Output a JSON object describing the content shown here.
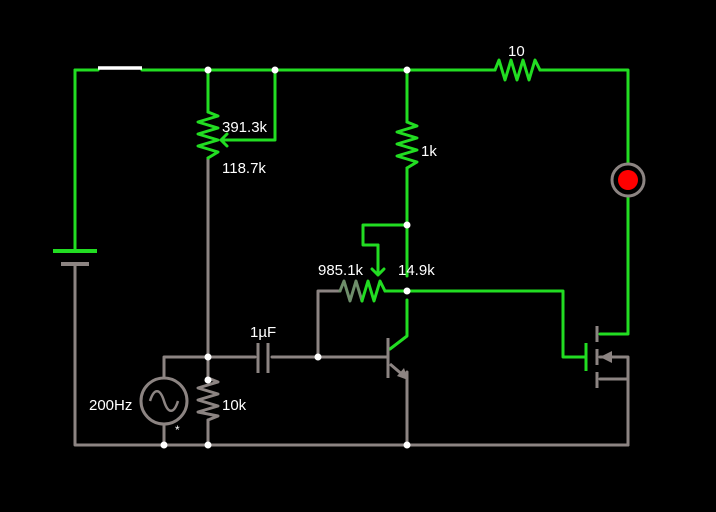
{
  "colors": {
    "background": "#000000",
    "live_wire": "#22dd22",
    "ground_wire": "#8c8482",
    "switch": "#ffffff",
    "node": "#ffffff",
    "led_on": "#ff0000"
  },
  "components": {
    "resistor_top": {
      "label": "10"
    },
    "pot_bias": {
      "upper_label": "391.3k",
      "lower_label": "118.7k"
    },
    "resistor_collector": {
      "label": "1k"
    },
    "pot_gate": {
      "left_label": "985.1k",
      "right_label": "14.9k"
    },
    "capacitor": {
      "label": "1µF"
    },
    "ac_source": {
      "label": "200Hz",
      "polarity_mark": "*"
    },
    "resistor_base": {
      "label": "10k"
    },
    "led": {
      "state": "on"
    },
    "battery": {},
    "switch": {
      "state": "closed"
    },
    "npn_transistor": {},
    "nmos_transistor": {}
  }
}
